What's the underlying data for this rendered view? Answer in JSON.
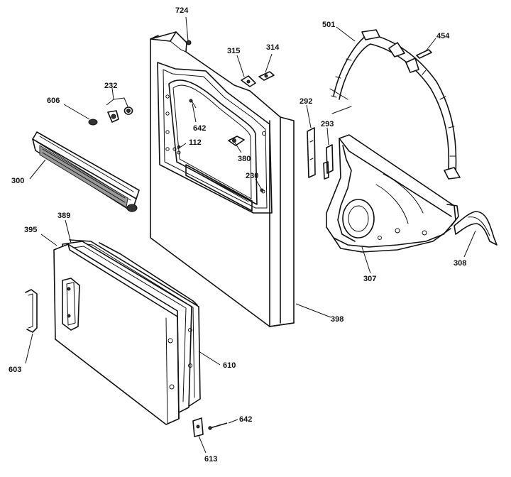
{
  "callouts": {
    "c724": "724",
    "c501": "501",
    "c454": "454",
    "c315": "315",
    "c314": "314",
    "c232": "232",
    "c606": "606",
    "c292": "292",
    "c293": "293",
    "c642a": "642",
    "c112": "112",
    "c380": "380",
    "c230": "230",
    "c300": "300",
    "c389": "389",
    "c395": "395",
    "c307": "307",
    "c308": "308",
    "c398": "398",
    "c603": "603",
    "c610": "610",
    "c642b": "642",
    "c613": "613"
  }
}
